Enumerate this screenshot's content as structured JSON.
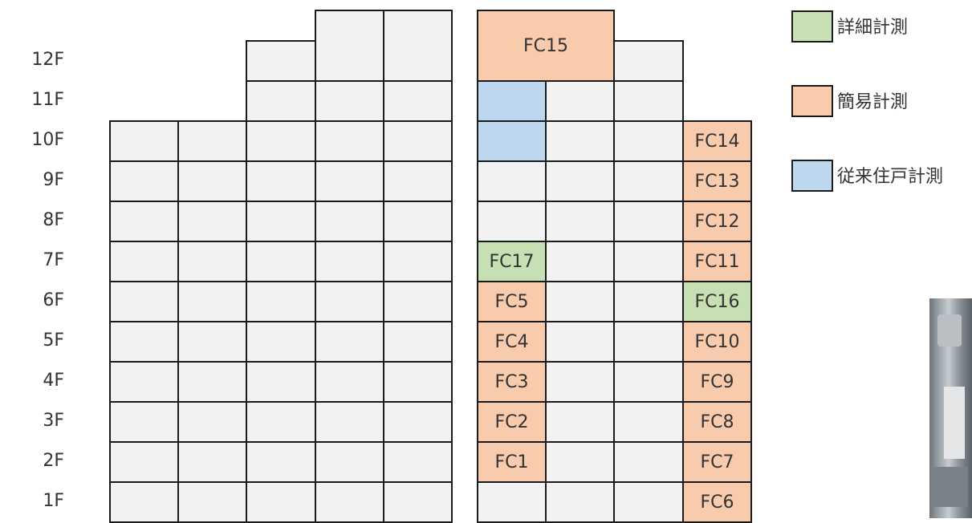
{
  "floors": [
    "12F",
    "11F",
    "10F",
    "9F",
    "8F",
    "7F",
    "6F",
    "5F",
    "4F",
    "3F",
    "2F",
    "1F"
  ],
  "legend": [
    {
      "key": "detail",
      "label": "詳細計測",
      "color": "#c6e0b4"
    },
    {
      "key": "simple",
      "label": "簡易計測",
      "color": "#f8cbad"
    },
    {
      "key": "conv",
      "label": "従来住戸計測",
      "color": "#bdd7ee"
    }
  ],
  "cells": {
    "fc15": "FC15",
    "fc14": "FC14",
    "fc13": "FC13",
    "fc12": "FC12",
    "fc17": "FC17",
    "fc11": "FC11",
    "fc5": "FC5",
    "fc16": "FC16",
    "fc4": "FC4",
    "fc10": "FC10",
    "fc3": "FC3",
    "fc9": "FC9",
    "fc2": "FC2",
    "fc8": "FC8",
    "fc1": "FC1",
    "fc7": "FC7",
    "fc6": "FC6"
  }
}
